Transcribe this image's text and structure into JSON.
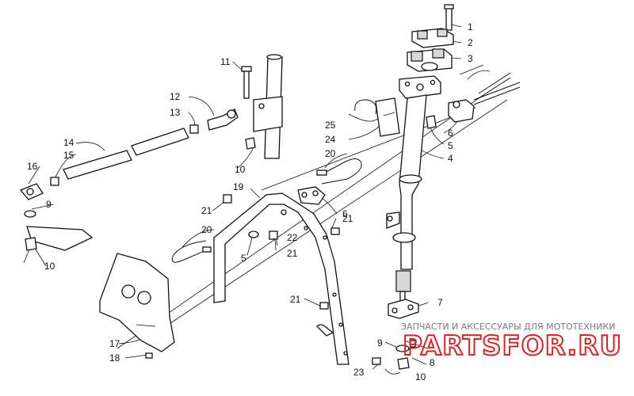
{
  "callouts": {
    "c1": "1",
    "c2": "2",
    "c3": "3",
    "c4": "4",
    "c5a": "5",
    "c5b": "5",
    "c6a": "6",
    "c6b": "6",
    "c7": "7",
    "c8": "8",
    "c9a": "9",
    "c9b": "9",
    "c10a": "10",
    "c10b": "10",
    "c10c": "10",
    "c11": "11",
    "c12": "12",
    "c13": "13",
    "c14": "14",
    "c15": "15",
    "c16": "16",
    "c17": "17",
    "c18": "18",
    "c19": "19",
    "c20a": "20",
    "c20b": "20",
    "c21a": "21",
    "c21b": "21",
    "c21c": "21",
    "c21d": "21",
    "c22": "22",
    "c23": "23",
    "c24": "24",
    "c25": "25"
  },
  "watermark": {
    "subtitle": "ЗАПЧАСТИ И АКСЕССУАРЫ ДЛЯ МОТОТЕХНИКИ",
    "logo": "PARTSFOR.RU"
  }
}
